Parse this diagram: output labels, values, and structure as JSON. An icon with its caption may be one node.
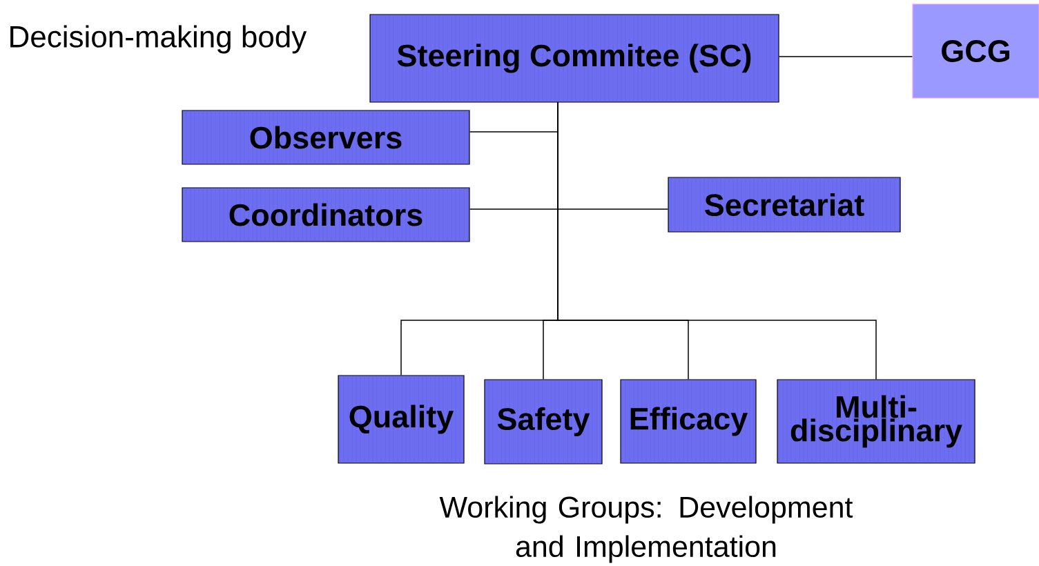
{
  "diagram": {
    "nodes": [
      {
        "text": [
          "Steering Commitee (SC)"
        ]
      },
      {
        "text": [
          "GCG"
        ]
      },
      {
        "text": [
          "Observers"
        ]
      },
      {
        "text": [
          "Coordinators"
        ]
      },
      {
        "text": [
          "Secretariat"
        ]
      },
      {
        "text": [
          "Quality"
        ]
      },
      {
        "text": [
          "Safety"
        ]
      },
      {
        "text": [
          "Efficacy"
        ]
      },
      {
        "text": [
          "Multi-disciplinary"
        ]
      }
    ],
    "edges": [
      {
        "from": 0,
        "to": 1,
        "arrow": "none"
      },
      {
        "from": 0,
        "to": 2,
        "arrow": "none"
      },
      {
        "from": 0,
        "to": 3,
        "arrow": "none"
      },
      {
        "from": 0,
        "to": 4,
        "arrow": "none"
      },
      {
        "from": 0,
        "to": 5,
        "arrow": "none"
      },
      {
        "from": 0,
        "to": 6,
        "arrow": "none"
      },
      {
        "from": 0,
        "to": 7,
        "arrow": "none"
      },
      {
        "from": 0,
        "to": 8,
        "arrow": "none"
      }
    ],
    "labels": [
      "Decision-making body",
      "Working Groups: Development and Implementation"
    ]
  }
}
